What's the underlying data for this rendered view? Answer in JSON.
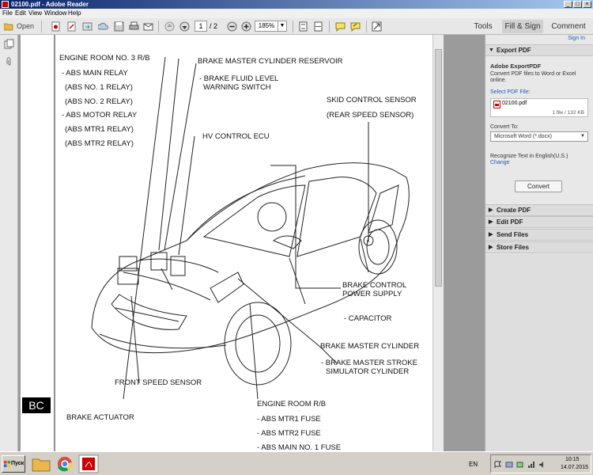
{
  "window": {
    "title": "02100.pdf - Adobe Reader"
  },
  "menu": [
    "File",
    "Edit",
    "View",
    "Window",
    "Help"
  ],
  "toolbar": {
    "open_label": "Open",
    "page_current": "1",
    "page_total": "/ 2",
    "zoom": "185%",
    "tabs": [
      "Tools",
      "Fill & Sign",
      "Comment"
    ]
  },
  "document": {
    "badge": "BC",
    "labels": {
      "engine_room_no3": "ENGINE ROOM NO. 3 R/B",
      "abs_main_relay": "- ABS MAIN RELAY",
      "abs_no1_relay": "(ABS NO. 1 RELAY)",
      "abs_no2_relay": "(ABS NO. 2 RELAY)",
      "abs_motor_relay": "- ABS MOTOR RELAY",
      "abs_mtr1_relay": "(ABS MTR1 RELAY)",
      "abs_mtr2_relay": "(ABS MTR2 RELAY)",
      "brake_master_cyl_reservoir": "BRAKE MASTER CYLINDER RESERVOIR",
      "brake_fluid_level_1": "- BRAKE FLUID LEVEL",
      "brake_fluid_level_2": "WARNING SWITCH",
      "hv_control_ecu": "HV CONTROL ECU",
      "skid_control_sensor": "SKID CONTROL SENSOR",
      "rear_speed_sensor": "(REAR SPEED SENSOR)",
      "brake_control_1": "BRAKE CONTROL",
      "brake_control_2": "POWER SUPPLY",
      "capacitor": "- CAPACITOR",
      "brake_master_cylinder": "BRAKE MASTER CYLINDER",
      "brake_master_stroke_1": "- BRAKE MASTER STROKE",
      "brake_master_stroke_2": "SIMULATOR CYLINDER",
      "front_speed_sensor": "FRONT SPEED SENSOR",
      "brake_actuator": "BRAKE ACTUATOR",
      "engine_room_rb": "ENGINE ROOM R/B",
      "abs_mtr1_fuse": "- ABS MTR1 FUSE",
      "abs_mtr2_fuse": "- ABS MTR2 FUSE",
      "abs_main_no1_fuse": "- ABS MAIN NO. 1 FUSE"
    }
  },
  "sidepanel": {
    "sign_in": "Sign In",
    "export_header": "Export PDF",
    "export_title": "Adobe ExportPDF",
    "export_desc_1": "Convert PDF files to Word or Excel",
    "export_desc_2": "online.",
    "select_label": "Select PDF File:",
    "file_name": "02100.pdf",
    "file_info": "1 file / 132 KB",
    "convert_to_label": "Convert To:",
    "convert_to_value": "Microsoft Word (*.docx)",
    "recognize_text": "Recognize Text in English(U.S.)",
    "change_link": "Change",
    "convert_button": "Convert",
    "sections": [
      "Create PDF",
      "Edit PDF",
      "Send Files",
      "Store Files"
    ]
  },
  "taskbar": {
    "start_label": "Пуск",
    "language": "EN",
    "time": "10:15",
    "date": "14.07.2015"
  },
  "colors": {
    "titlebar": "#0a246a",
    "link": "#1a5fb4",
    "adobe_red": "#cc0000"
  }
}
